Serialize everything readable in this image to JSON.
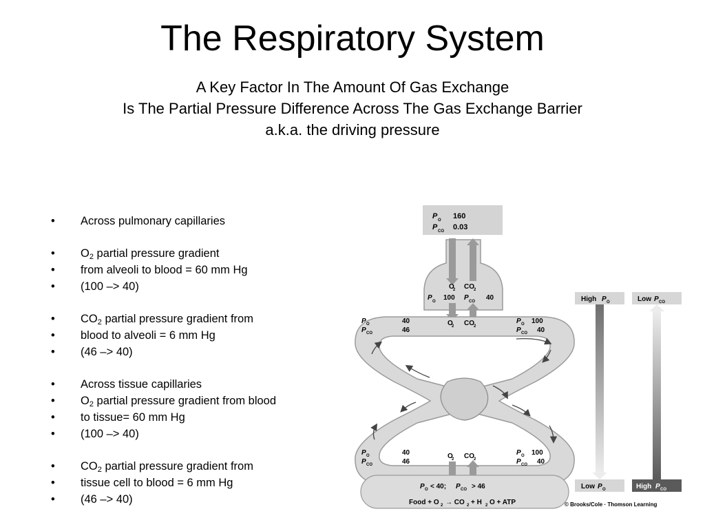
{
  "title": "The Respiratory System",
  "subtitle": {
    "line1": "A Key Factor In The Amount Of Gas Exchange",
    "line2": "Is The Partial Pressure Difference Across The Gas Exchange Barrier",
    "line3": "a.k.a. the driving pressure"
  },
  "bullets": [
    {
      "pre": "Across pulmonary capillaries"
    },
    {
      "pre": "O",
      "sub": "2",
      "post": " partial pressure gradient",
      "gap": true
    },
    {
      "pre": "from alveoli to blood = 60 mm Hg"
    },
    {
      "pre": "(100 –> 40)"
    },
    {
      "pre": "CO",
      "sub": "2",
      "post": " partial pressure gradient from",
      "gap": true
    },
    {
      "pre": "blood to alveoli = 6 mm Hg"
    },
    {
      "pre": "(46 –> 40)"
    },
    {
      "pre": "Across tissue capillaries",
      "gap": true
    },
    {
      "pre": "O",
      "sub": "2",
      "post": " partial pressure gradient from blood"
    },
    {
      "pre": "to tissue= 60 mm Hg"
    },
    {
      "pre": "(100 –> 40)"
    },
    {
      "pre": "CO",
      "sub": "2",
      "post": " partial pressure gradient from",
      "gap": true
    },
    {
      "pre": "tissue cell to blood = 6 mm Hg"
    },
    {
      "pre": "(46 –> 40)"
    }
  ],
  "diagram": {
    "atmosphere": {
      "po2": "160",
      "pco2": "0.03"
    },
    "alveoli": {
      "po2": "100",
      "pco2": "40",
      "o2": "O",
      "co2": "CO"
    },
    "pulmonary_left": {
      "po2": "40",
      "pco2": "46"
    },
    "pulmonary_right": {
      "po2": "100",
      "pco2": "40"
    },
    "systemic_left": {
      "po2": "40",
      "pco2": "46"
    },
    "systemic_right": {
      "po2": "100",
      "pco2": "40"
    },
    "tissue": {
      "condition_lt": "< 40;",
      "condition_gt": "> 46",
      "equation": "Food + O",
      "equation_rest": "→ CO",
      "equation_end": "+ H",
      "equation_tail": "O + ATP"
    },
    "scale_o2": {
      "top": "High",
      "bottom": "Low"
    },
    "scale_co2": {
      "top": "Low",
      "bottom": "High"
    },
    "p_symbol": "P",
    "sub_o2": "O",
    "sub_co2": "CO",
    "sub_2": "2",
    "copyright": "© Brooks/Cole · Thomson Learning"
  }
}
